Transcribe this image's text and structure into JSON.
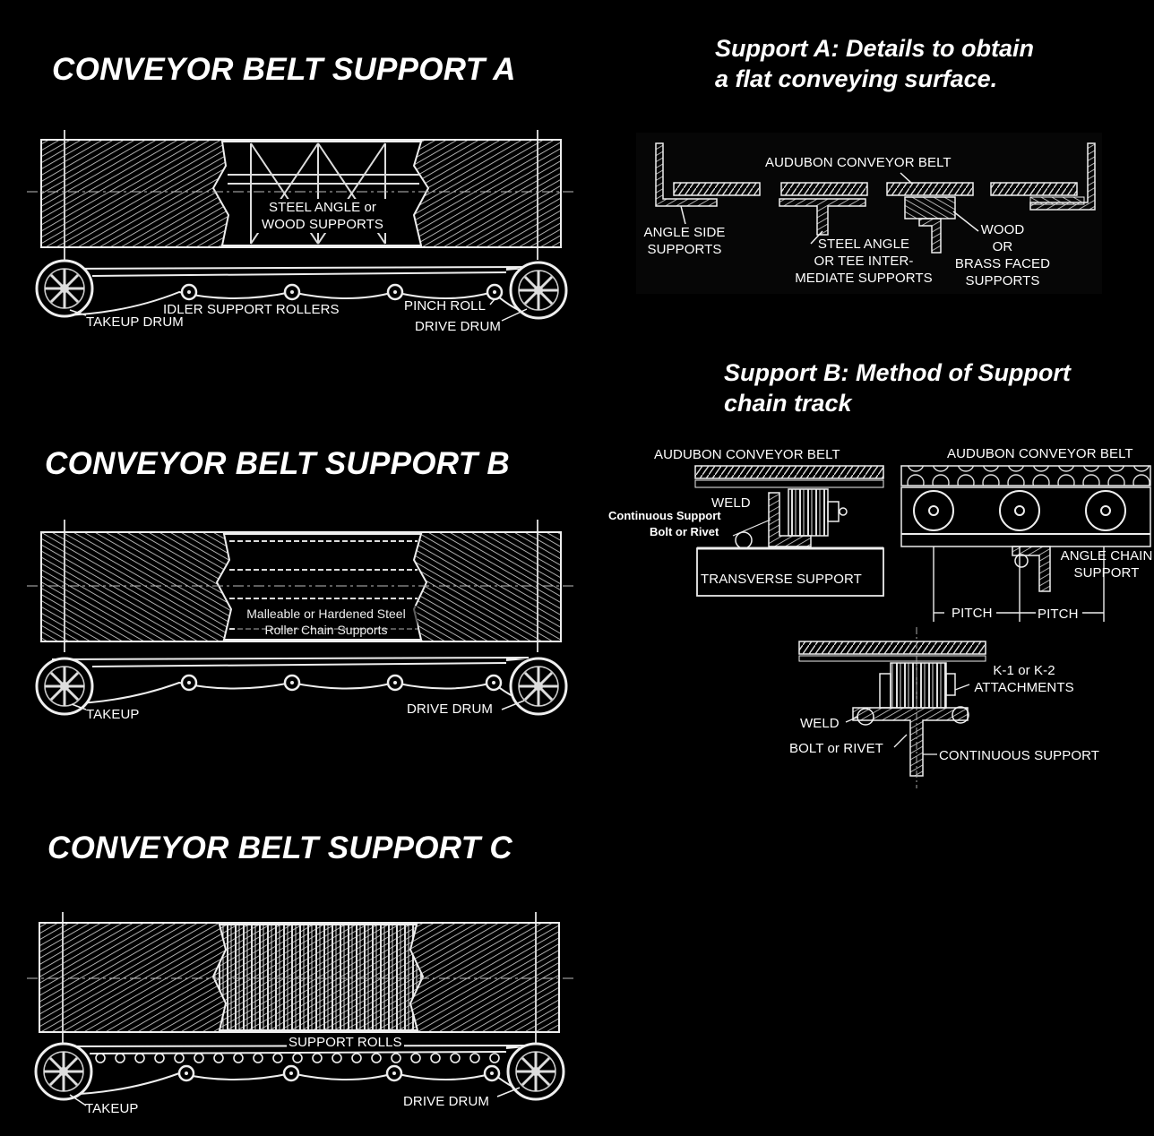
{
  "titles": {
    "a": "CONVEYOR BELT SUPPORT A",
    "b": "CONVEYOR BELT SUPPORT B",
    "c": "CONVEYOR BELT SUPPORT C"
  },
  "support_a_detail": {
    "heading_line1": "Support A:  Details to obtain",
    "heading_line2": "a flat conveying surface.",
    "belt": "AUDUBON CONVEYOR BELT",
    "angle_side_1": "ANGLE SIDE",
    "angle_side_2": "SUPPORTS",
    "steel_angle_1": "STEEL ANGLE",
    "steel_angle_2": "OR TEE INTER-",
    "steel_angle_3": "MEDIATE SUPPORTS",
    "wood_1": "WOOD",
    "wood_2": "OR",
    "wood_3": "BRASS FACED",
    "wood_4": "SUPPORTS"
  },
  "support_b_detail": {
    "heading_line1": "Support B: Method of  Support",
    "heading_line2": "chain track",
    "belt_left": "AUDUBON CONVEYOR BELT",
    "belt_right": "AUDUBON CONVEYOR BELT",
    "weld": "WELD",
    "continuous_support": "Continuous Support",
    "bolt_or_rivet": "Bolt or Rivet",
    "transverse_support": "TRANSVERSE SUPPORT",
    "angle_chain_1": "ANGLE CHAIN",
    "angle_chain_2": "SUPPORT",
    "pitch_1": "PITCH",
    "pitch_2": "PITCH",
    "k_attach_1": "K-1 or K-2",
    "k_attach_2": "ATTACHMENTS",
    "weld_2": "WELD",
    "bolt_or_rivet_2": "BOLT or RIVET",
    "continuous_support_2": "CONTINUOUS SUPPORT"
  },
  "diagram_a": {
    "steel_1": "STEEL ANGLE or",
    "steel_2": "WOOD SUPPORTS",
    "idler": "IDLER SUPPORT ROLLERS",
    "takeup": "TAKEUP DRUM",
    "pinch": "PINCH ROLL",
    "drive": "DRIVE DRUM"
  },
  "diagram_b": {
    "chain_1": "Malleable or Hardened Steel",
    "chain_2": "Roller Chain Supports",
    "takeup": "TAKEUP",
    "drive": "DRIVE DRUM"
  },
  "diagram_c": {
    "rolls": "SUPPORT ROLLS",
    "takeup": "TAKEUP",
    "drive": "DRIVE DRUM"
  },
  "colors": {
    "background": "#000000",
    "line": "#ffffff"
  }
}
